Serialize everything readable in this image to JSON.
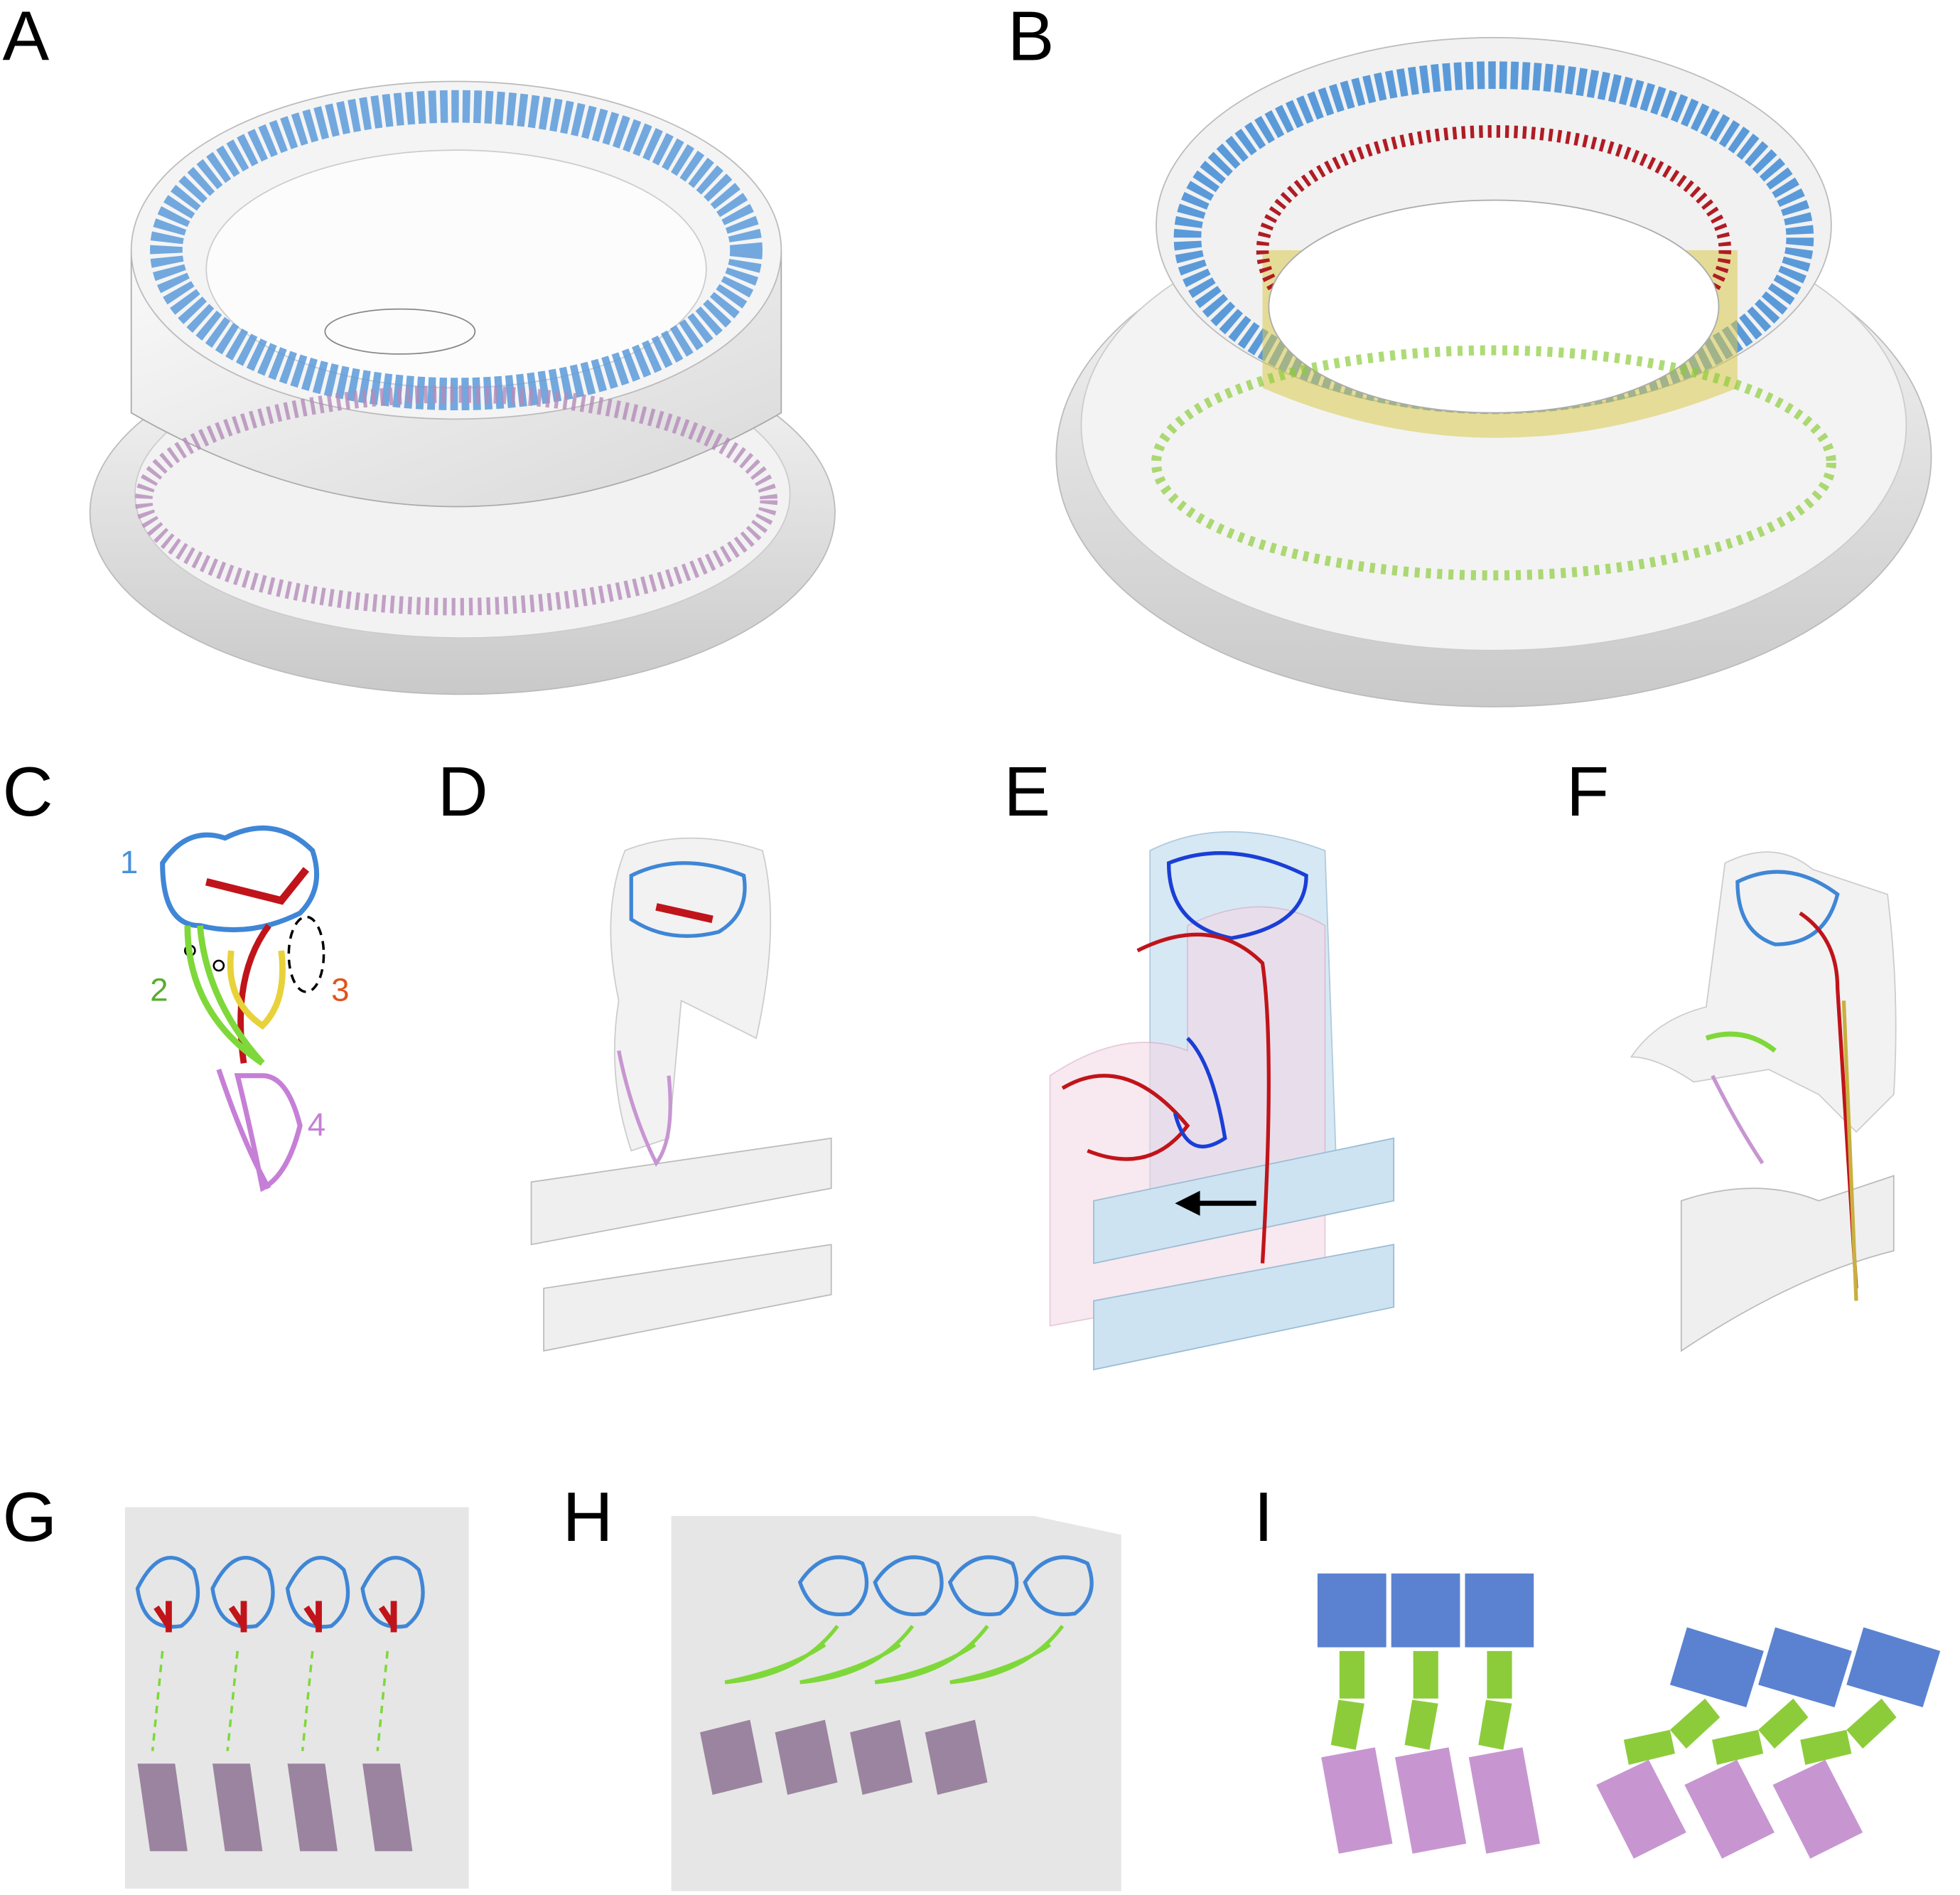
{
  "panels": {
    "A": "A",
    "B": "B",
    "C": "C",
    "D": "D",
    "E": "E",
    "F": "F",
    "G": "G",
    "H": "H",
    "I": "I"
  },
  "panel_c_domains": [
    {
      "label": "1",
      "color": "#4a90d9"
    },
    {
      "label": "2",
      "color": "#5aad2e"
    },
    {
      "label": "3",
      "color": "#e0531c"
    },
    {
      "label": "4",
      "color": "#c67fd6"
    }
  ],
  "colors": {
    "domain1": "#5b82d1",
    "domain2": "#8ccc3a",
    "domain4": "#c796d1",
    "ribbon_blue": "#3f86d6",
    "ribbon_red": "#c0141a",
    "ribbon_yellow": "#e8d23a",
    "density": "#e9e9e9"
  }
}
